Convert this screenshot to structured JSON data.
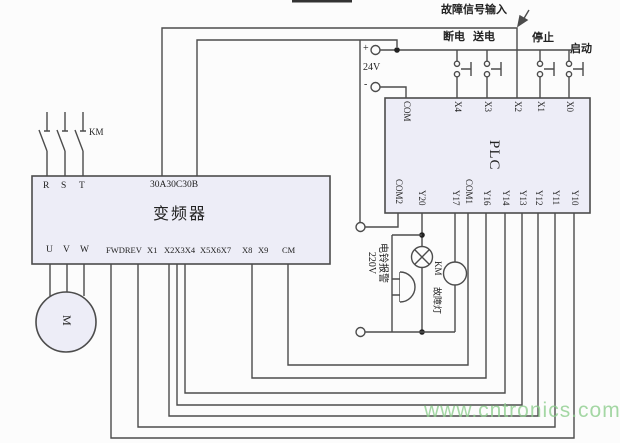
{
  "fault_input": {
    "label": "故障信号输入"
  },
  "power_supply": {
    "plus": "+",
    "minus": "-",
    "voltage": "24V"
  },
  "buttons": [
    {
      "label": "断电"
    },
    {
      "label": "送电"
    },
    {
      "label": "停止"
    },
    {
      "label": "启动"
    }
  ],
  "plc": {
    "name": "PLC",
    "top_terminals": [
      "COM",
      "X4",
      "X3",
      "X2",
      "X1",
      "X0"
    ],
    "bottom_terminals": [
      "COM2",
      "Y20",
      "Y17",
      "COM1",
      "Y16",
      "Y14",
      "Y13",
      "Y12",
      "Y11",
      "Y10"
    ]
  },
  "inverter": {
    "name": "变频器",
    "relay_terminals": "30A30C30B",
    "input_terminals": [
      "R",
      "S",
      "T"
    ],
    "motor_terminals": [
      "U",
      "V",
      "W"
    ],
    "control_terminals": [
      "FWDREV",
      "X1",
      "X2X3X4",
      "X5X6X7",
      "X8",
      "X9",
      "CM"
    ]
  },
  "contactor": {
    "label": "KM"
  },
  "motor": {
    "label": "M"
  },
  "alarm": {
    "lamp_label": "故障灯",
    "coil_label": "KM",
    "bell_line1": "电铃报警",
    "bell_line2": "220V"
  },
  "watermark": {
    "text": "www.cntronics.com"
  }
}
